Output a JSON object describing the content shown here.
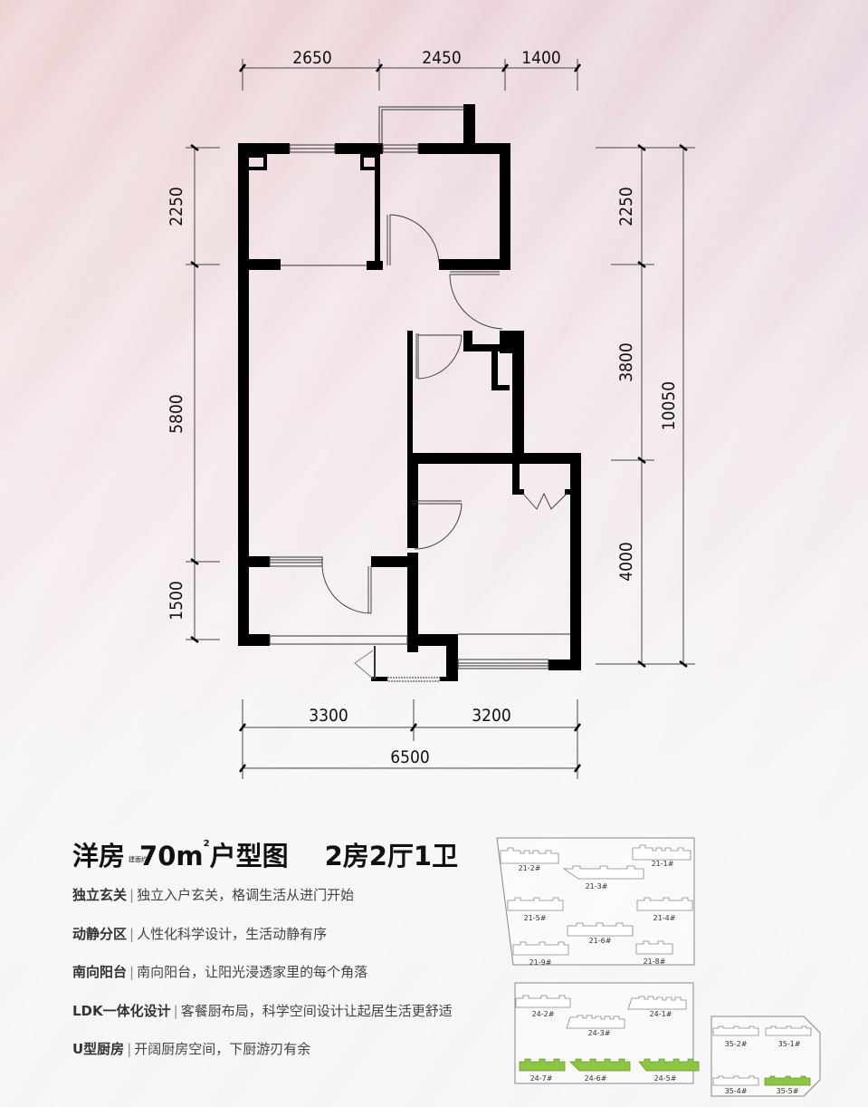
{
  "floorplan": {
    "top_dimensions": [
      "2650",
      "2450",
      "1400"
    ],
    "left_dimensions": [
      "2250",
      "5800",
      "1500"
    ],
    "right_dimensions": [
      "2250",
      "3800",
      "4000"
    ],
    "right_total": "10050",
    "bottom_dimensions": [
      "3300",
      "3200"
    ],
    "bottom_total": "6500",
    "wall_color": "#000000"
  },
  "title": {
    "type": "洋房",
    "area_prefix": "建面约",
    "area": "70m",
    "area_sup": "2",
    "suffix": "户型图",
    "spec": "2房2厅1卫"
  },
  "features": [
    {
      "key": "独立玄关",
      "sep": "|",
      "desc": "独立入户玄关，格调生活从进门开始"
    },
    {
      "key": "动静分区",
      "sep": "|",
      "desc": "人性化科学设计，生活动静有序"
    },
    {
      "key": "南向阳台",
      "sep": "|",
      "desc": "南向阳台，让阳光浸透家里的每个角落"
    },
    {
      "key": "LDK一体化设计",
      "sep": "|",
      "desc": "客餐厨布局，科学空间设计让起居生活更舒适"
    },
    {
      "key": "U型厨房",
      "sep": "|",
      "desc": "开阔厨房空间，下厨游刃有余"
    }
  ],
  "site_maps": [
    {
      "buildings": [
        "21-2#",
        "21-1#",
        "21-3#",
        "21-5#",
        "21-4#",
        "21-6#",
        "21-9#",
        "21-8#"
      ]
    },
    {
      "buildings": [
        "24-2#",
        "24-1#",
        "24-3#",
        "24-7#",
        "24-6#",
        "24-5#"
      ],
      "highlighted": [
        "24-7#",
        "24-6#",
        "24-5#"
      ]
    },
    {
      "buildings": [
        "35-2#",
        "35-1#",
        "35-4#",
        "35-5#"
      ],
      "highlighted": [
        "35-5#"
      ]
    }
  ],
  "colors": {
    "highlight": "#8cc63f",
    "outline": "#888888"
  }
}
